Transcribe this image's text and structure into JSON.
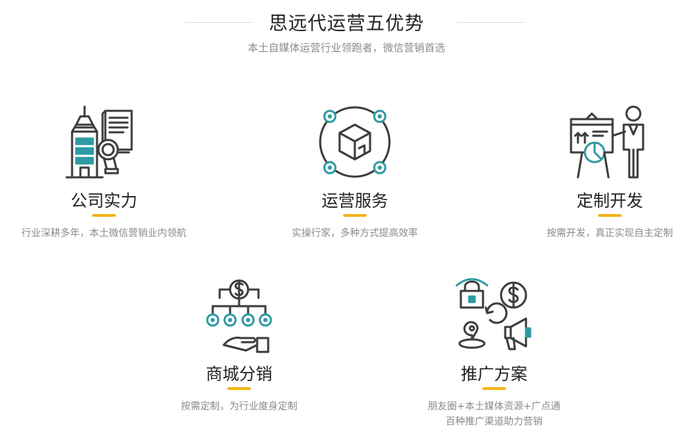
{
  "header": {
    "title": "思远代运营五优势",
    "subtitle": "本土自媒体运营行业领跑者，微信营销首选"
  },
  "colors": {
    "accent": "#f5b417",
    "teal": "#2e9aa3",
    "line": "#3c3c3c"
  },
  "features": [
    {
      "name": "公司实力",
      "desc": "行业深耕多年，本土微信营销业内领航",
      "icon": "building-document-magnifier-icon"
    },
    {
      "name": "运营服务",
      "desc": "实操行家，多种方式提高效率",
      "icon": "cube-network-icon"
    },
    {
      "name": "定制开发",
      "desc": "按需开发，真正实现自主定制",
      "icon": "presenter-board-icon"
    },
    {
      "name": "商城分销",
      "desc": "按需定制，为行业度身定制",
      "icon": "dollar-distribution-hand-icon"
    },
    {
      "name": "推广方案",
      "desc": "朋友圈+本土媒体资源+广点通",
      "desc2": "百种推广渠道助力营销",
      "icon": "marketing-megaphone-icon"
    }
  ]
}
